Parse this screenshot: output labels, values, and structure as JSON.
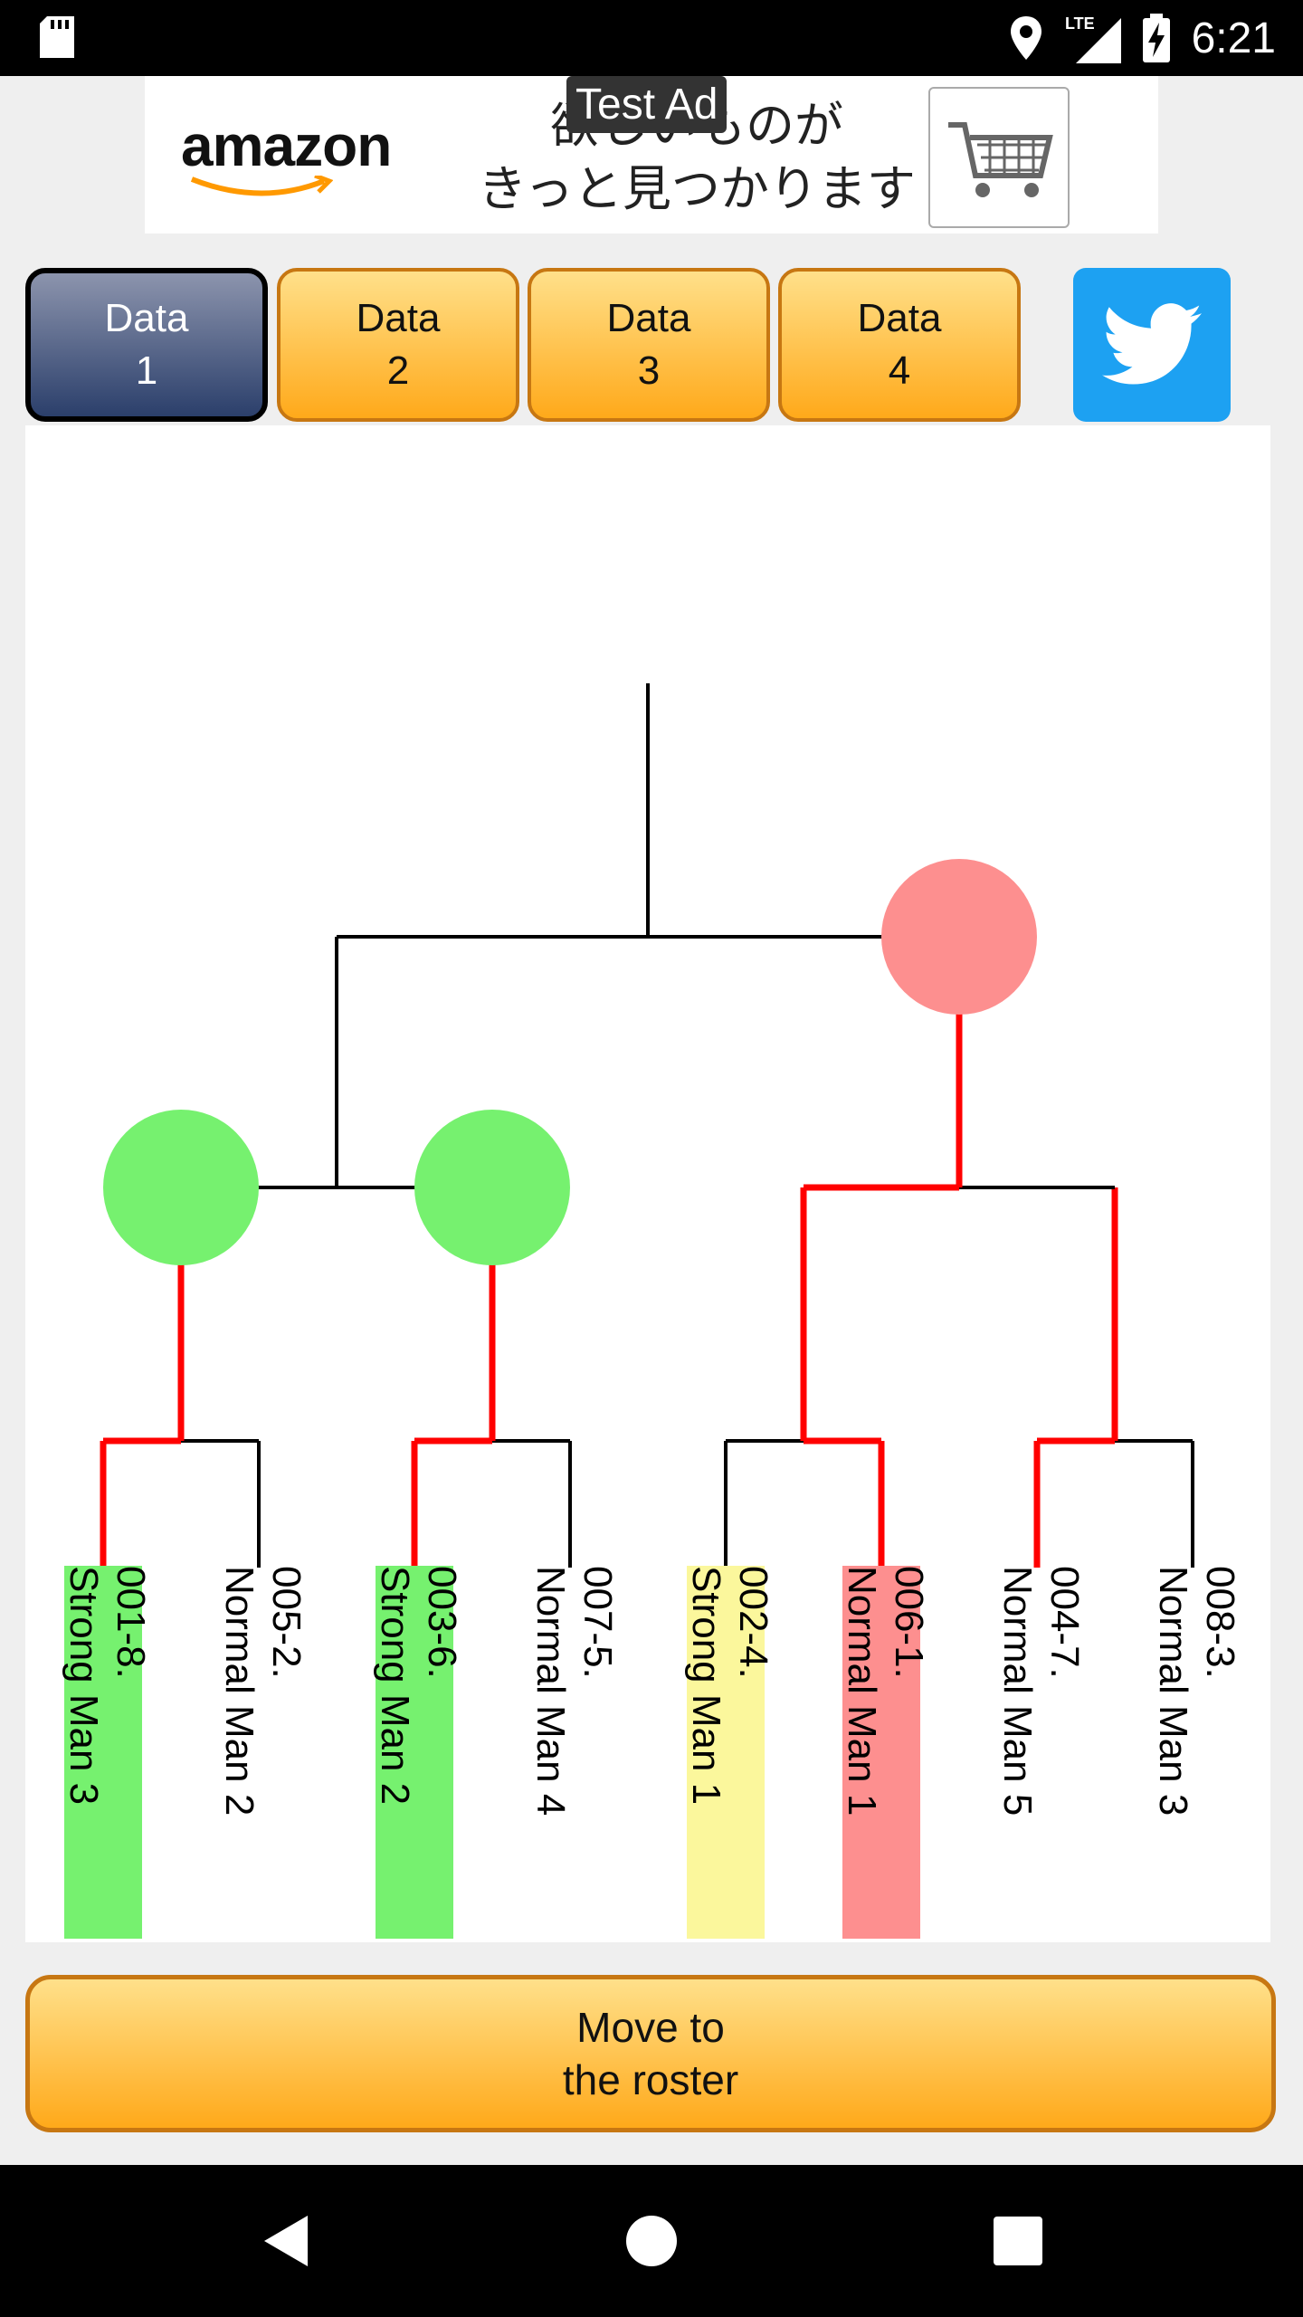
{
  "status_bar": {
    "time": "6:21",
    "network": "LTE"
  },
  "ad": {
    "brand": "amazon",
    "text": "欲しいものが\nきっと見つかります",
    "label": "Test Ad"
  },
  "tabs": [
    {
      "label": "Data\n1",
      "active": true
    },
    {
      "label": "Data\n2",
      "active": false
    },
    {
      "label": "Data\n3",
      "active": false
    },
    {
      "label": "Data\n4",
      "active": false
    }
  ],
  "bracket": {
    "entries": [
      {
        "label": "001-8.\nStrong Man 3",
        "highlight": "#76f16f"
      },
      {
        "label": "005-2.\nNormal Man 2",
        "highlight": ""
      },
      {
        "label": "003-6.\nStrong Man 2",
        "highlight": "#76f16f"
      },
      {
        "label": "007-5.\nNormal Man 4",
        "highlight": ""
      },
      {
        "label": "002-4.\nStrong Man 1",
        "highlight": "#fbf79c"
      },
      {
        "label": "006-1.\nNormal Man 1",
        "highlight": "#fd8f8f"
      },
      {
        "label": "004-7.\nNormal Man 5",
        "highlight": ""
      },
      {
        "label": "008-3.\nNormal Man 3",
        "highlight": ""
      }
    ],
    "colors": {
      "win": "#ff0000",
      "line": "#000000",
      "green": "#76f16f",
      "red": "#fd8f8f"
    }
  },
  "move_button": {
    "label": "Move to\nthe roster"
  }
}
